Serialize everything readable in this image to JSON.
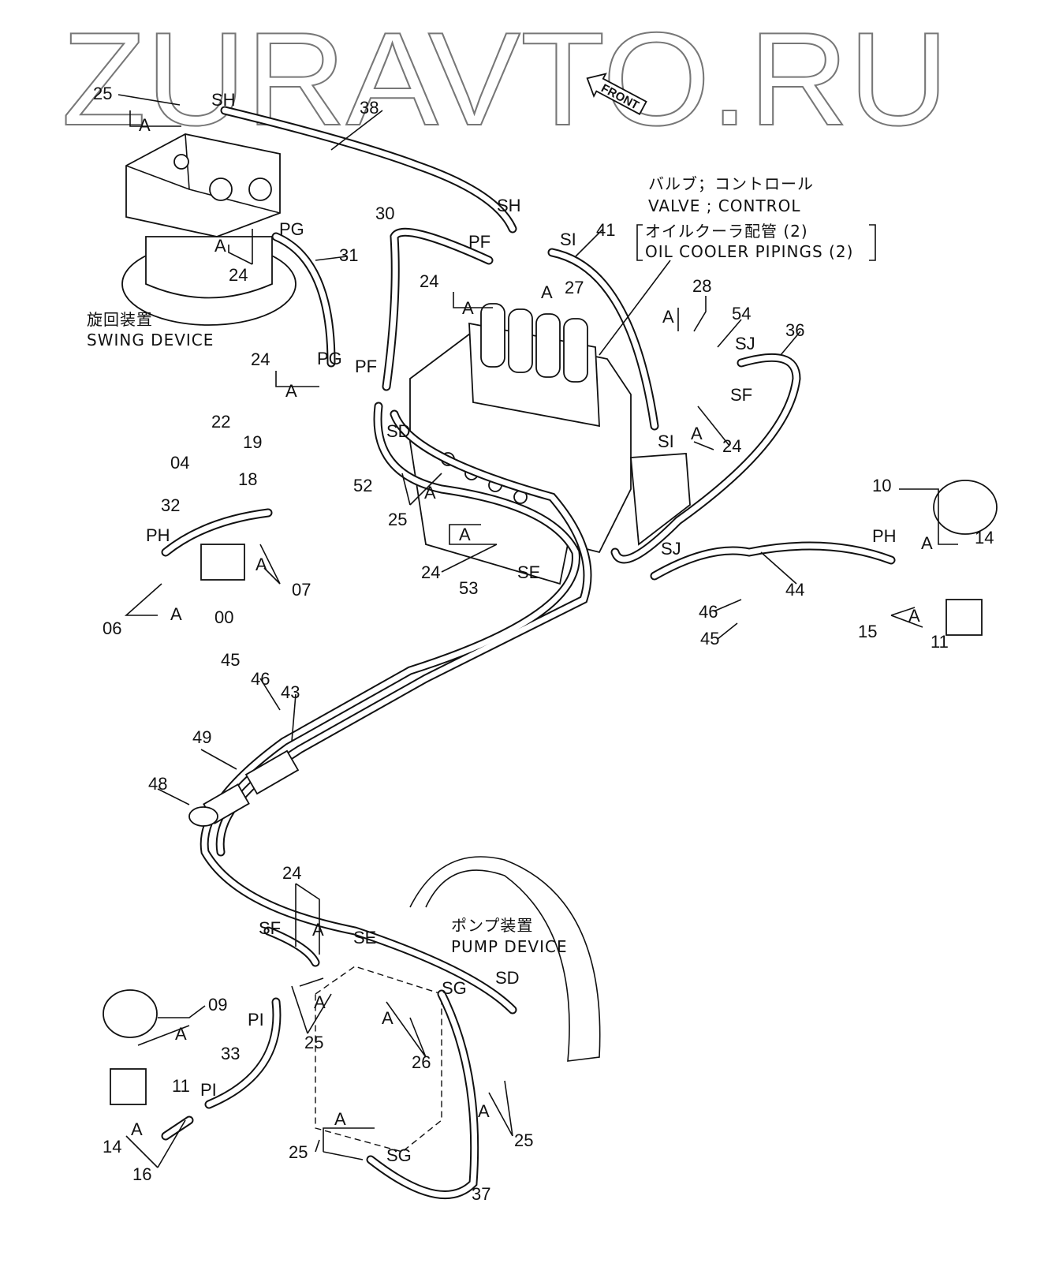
{
  "watermark": "ZURAVTO.RU",
  "corner_mark": "",
  "front_arrow": "FRONT",
  "captions": {
    "swing_jp": "旋回装置",
    "swing_en": "SWING DEVICE",
    "valve_jp": "バルブ；コントロール",
    "valve_en": "VALVE ; CONTROL",
    "cooler_jp": "オイルクーラ配管 (2)",
    "cooler_en": "OIL COOLER PIPINGS (2)",
    "pump_jp": "ポンプ装置",
    "pump_en": "PUMP DEVICE"
  },
  "labels": [
    "25",
    "A",
    "SH",
    "38",
    "SH",
    "30",
    "PF",
    "SI",
    "41",
    "PG",
    "31",
    "A",
    "24",
    "24",
    "A",
    "A",
    "27",
    "28",
    "A",
    "54",
    "SJ",
    "36",
    "PG",
    "PF",
    "24",
    "A",
    "22",
    "19",
    "SD",
    "SF",
    "A",
    "24",
    "SI",
    "52",
    "A",
    "25",
    "04",
    "18",
    "32",
    "PH",
    "A",
    "07",
    "A",
    "00",
    "06",
    "A",
    "24",
    "53",
    "SE",
    "10",
    "PH",
    "A",
    "14",
    "SJ",
    "44",
    "46",
    "45",
    "15",
    "A",
    "11",
    "45",
    "46",
    "43",
    "49",
    "48",
    "24",
    "SF",
    "A",
    "SE",
    "A",
    "A",
    "09",
    "A",
    "PI",
    "33",
    "PI",
    "11",
    "25",
    "26",
    "SG",
    "SD",
    "A",
    "25",
    "A",
    "25",
    "SG",
    "37",
    "14",
    "A",
    "16"
  ]
}
